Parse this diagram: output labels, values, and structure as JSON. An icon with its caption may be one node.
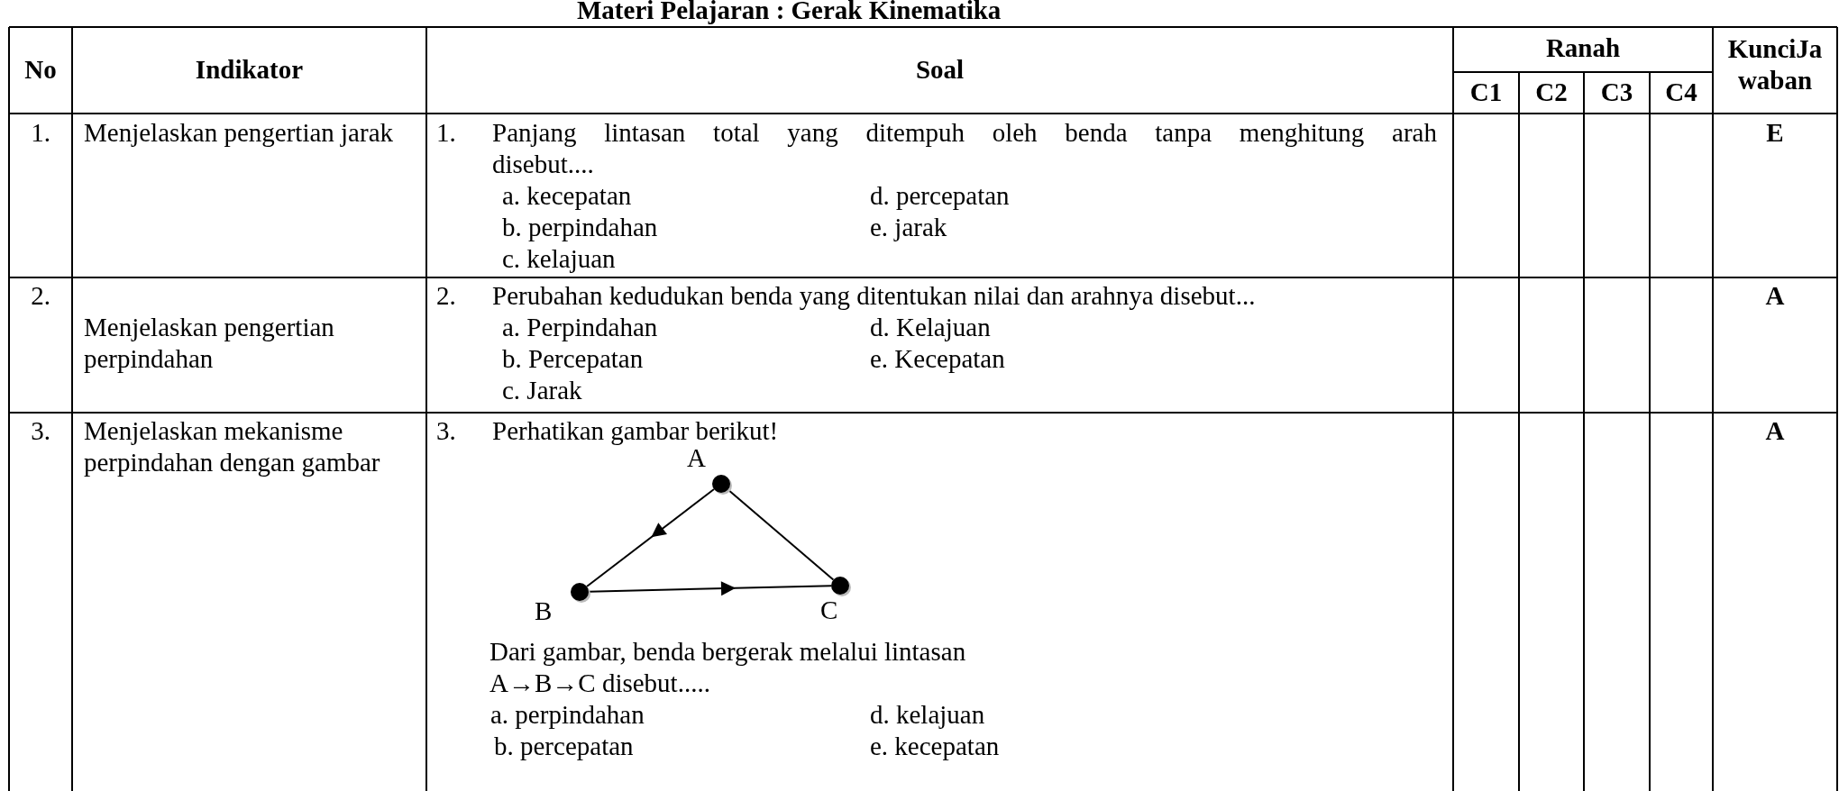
{
  "diagram": {
    "title": "Materi Pelajaran : Gerak Kinematika",
    "nodes": [
      {
        "text": [],
        "shape": "circle",
        "beside": [
          "A"
        ]
      },
      {
        "text": [],
        "shape": "circle",
        "beside": [
          "B"
        ]
      },
      {
        "text": [],
        "shape": "circle",
        "beside": [
          "C"
        ]
      }
    ],
    "edges": [
      {
        "from": 0,
        "to": 1,
        "arrow": "to"
      },
      {
        "from": 1,
        "to": 2,
        "arrow": "to"
      },
      {
        "from": 0,
        "to": 2,
        "arrow": "none"
      }
    ],
    "labels": [
      "No",
      "Indikator",
      "Soal",
      "Ranah",
      "KunciJa waban",
      "C1",
      "C2",
      "C3",
      "C4",
      "1.",
      "Menjelaskan pengertian jarak",
      "1.",
      "Panjang lintasan total yang ditempuh oleh benda tanpa menghitung arah disebut....",
      "a. kecepatan",
      "d. percepatan",
      "b. perpindahan",
      "e. jarak",
      "c. kelajuan",
      "E",
      "2.",
      "Menjelaskan pengertian perpindahan",
      "2.",
      "Perubahan kedudukan benda yang ditentukan nilai dan arahnya disebut...",
      "a. Perpindahan",
      "d. Kelajuan",
      "b. Percepatan",
      "e. Kecepatan",
      "c. Jarak",
      "A",
      "3.",
      "Menjelaskan mekanisme perpindahan dengan gambar",
      "3.",
      "Perhatikan gambar berikut!",
      "Dari gambar, benda bergerak melalui lintasan",
      "A→B→C disebut.....",
      "a. perpindahan",
      "d. kelajuan",
      "b. percepatan",
      "e. kecepatan",
      "A"
    ]
  }
}
